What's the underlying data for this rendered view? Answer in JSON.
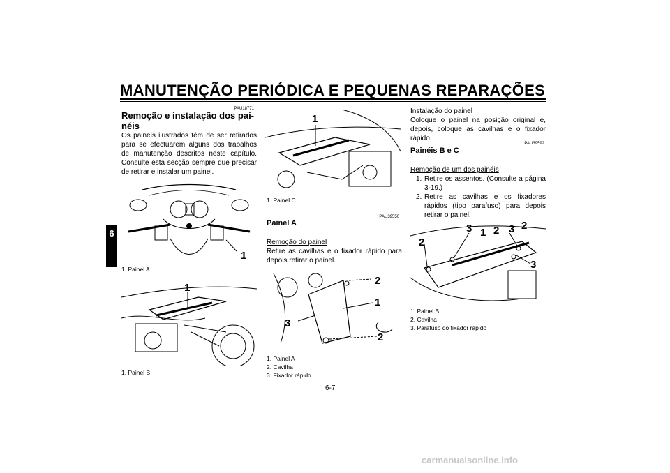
{
  "header": {
    "title": "MANUTENÇÃO PERIÓDICA E PEQUENAS REPARAÇÕES",
    "chapter": "6"
  },
  "col1": {
    "code": "PAU18771",
    "heading": "Remoção e instalação dos pai-néis",
    "paragraph": "Os painéis ilustrados têm de ser retirados para se efectuarem alguns dos trabalhos de manutenção descritos neste capítulo. Consulte esta secção sempre que precisar de retirar e instalar um painel.",
    "fig1_label": "1",
    "fig1_caption": "1. Painel A",
    "fig2_label": "1",
    "fig2_caption": "1. Painel B"
  },
  "col2": {
    "fig3_label": "1",
    "fig3_caption": "1. Painel C",
    "code": "PAU39550",
    "heading": "Painel A",
    "subheading": "Remoção do painel",
    "paragraph": "Retire as cavilhas e o fixador rápido para depois retirar o painel.",
    "fig4_labels": [
      "2",
      "1",
      "3",
      "2"
    ],
    "fig4_captions": [
      "1. Painel A",
      "2. Cavilha",
      "3. Fixador rápido"
    ]
  },
  "col3": {
    "subheading1": "Instalação do painel",
    "paragraph1": "Coloque o painel na posição original e, depois, coloque as cavilhas e o fixador rápido.",
    "code": "PAU39592",
    "heading": "Painéis B e C",
    "subheading2": "Remoção de um dos painéis",
    "steps": [
      {
        "num": "1.",
        "text": "Retire os assentos. (Consulte a página 3-19.)"
      },
      {
        "num": "2.",
        "text": "Retire as cavilhas e os fixadores rápidos (tipo parafuso) para depois retirar o painel."
      }
    ],
    "fig5_labels": [
      "2",
      "3",
      "1",
      "2",
      "3",
      "2",
      "3"
    ],
    "fig5_captions": [
      "1. Painel B",
      "2. Cavilha",
      "3. Parafuso do fixador rápido"
    ]
  },
  "footer": {
    "page_number": "6-7",
    "watermark": "carmanualsonline.info"
  }
}
